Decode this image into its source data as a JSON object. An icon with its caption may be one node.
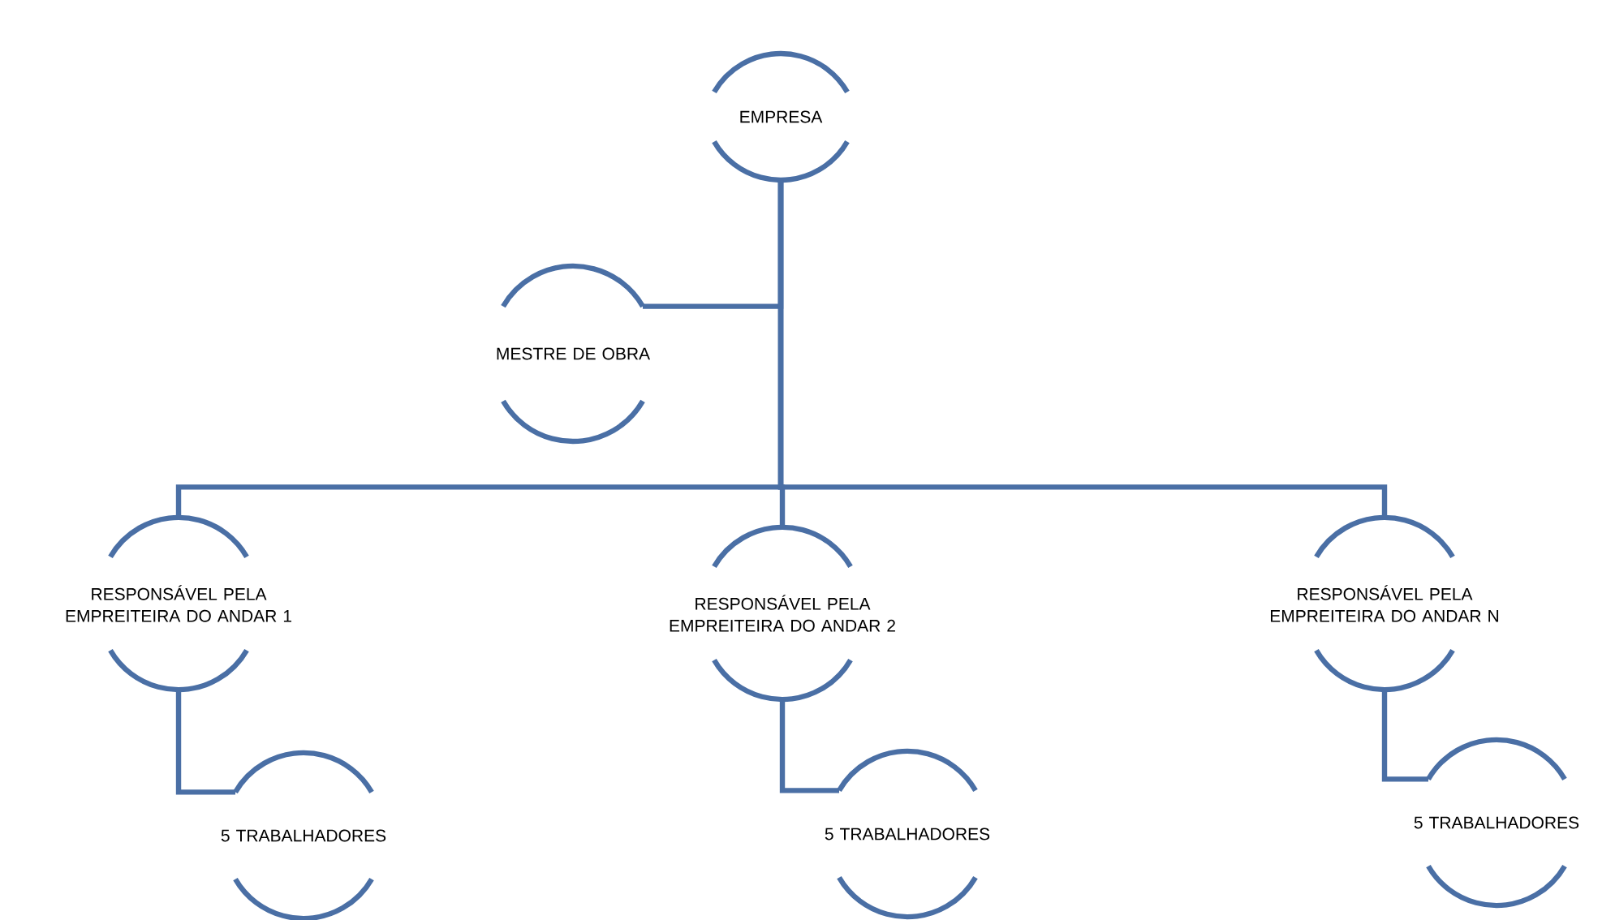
{
  "diagram": {
    "nodes": [
      {
        "text": [
          "EMPRESA"
        ]
      },
      {
        "text": [
          "MESTRE DE OBRA"
        ]
      },
      {
        "text": [
          "RESPONSÁVEL PELA EMPREITEIRA DO ANDAR 1"
        ]
      },
      {
        "text": [
          "RESPONSÁVEL PELA EMPREITEIRA DO ANDAR 2"
        ]
      },
      {
        "text": [
          "RESPONSÁVEL PELA EMPREITEIRA DO ANDAR N"
        ]
      },
      {
        "text": [
          "5 TRABALHADORES"
        ]
      },
      {
        "text": [
          "5 TRABALHADORES"
        ]
      },
      {
        "text": [
          "5 TRABALHADORES"
        ]
      }
    ],
    "edges": [
      {
        "from": 0,
        "to": 1,
        "arrow": "none"
      },
      {
        "from": 0,
        "to": 2,
        "arrow": "none"
      },
      {
        "from": 0,
        "to": 3,
        "arrow": "none"
      },
      {
        "from": 0,
        "to": 4,
        "arrow": "none"
      },
      {
        "from": 2,
        "to": 5,
        "arrow": "none"
      },
      {
        "from": 3,
        "to": 6,
        "arrow": "none"
      },
      {
        "from": 4,
        "to": 7,
        "arrow": "none"
      }
    ]
  }
}
